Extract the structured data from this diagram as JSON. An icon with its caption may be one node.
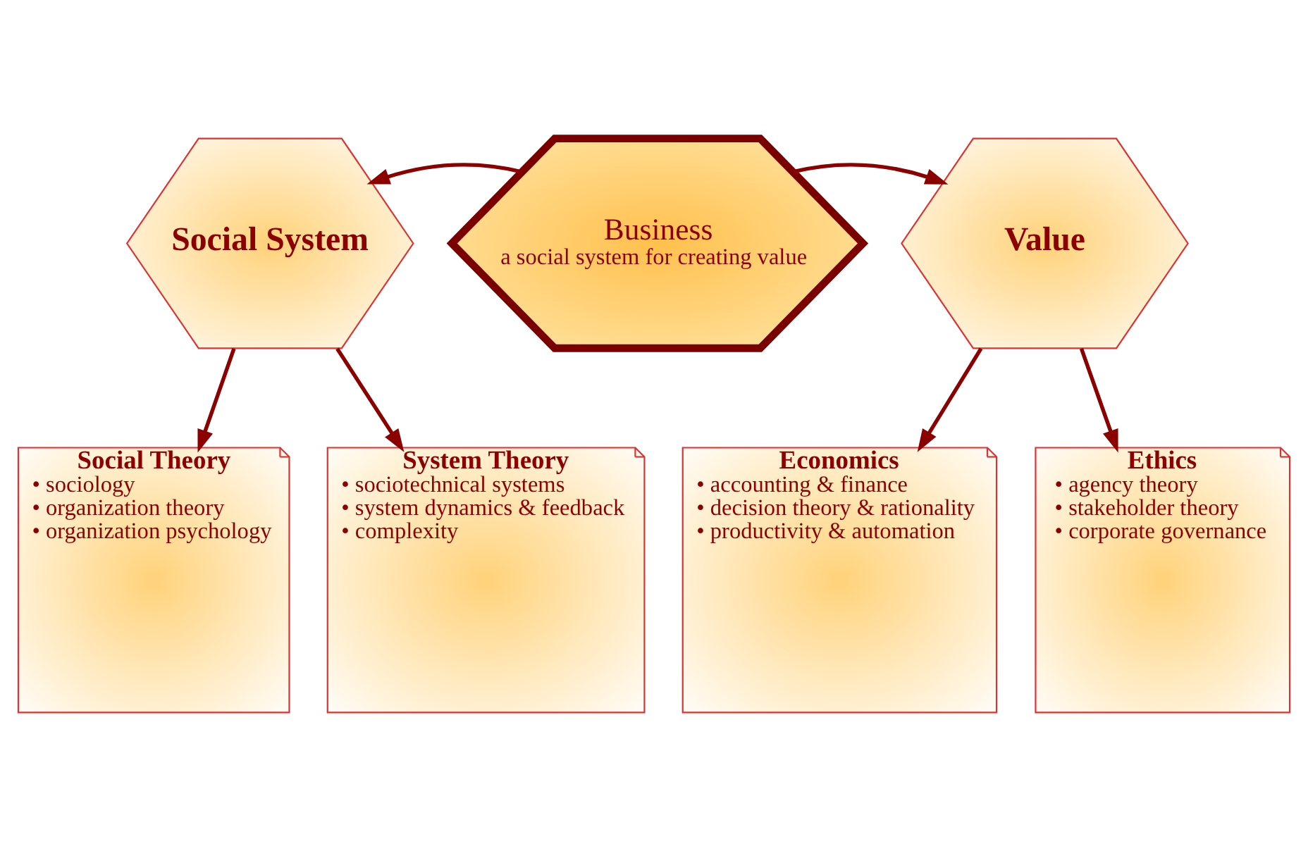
{
  "diagram": {
    "nodes": [
      {
        "text": [
          "Business",
          "a social system for creating value"
        ]
      },
      {
        "text": [
          "Social System"
        ]
      },
      {
        "text": [
          "Value"
        ]
      },
      {
        "text": [
          "Social Theory",
          "• sociology",
          "• organization theory",
          "• organization psychology"
        ]
      },
      {
        "text": [
          "System Theory",
          "• sociotechnical systems",
          "• system dynamics & feedback",
          "• complexity"
        ]
      },
      {
        "text": [
          "Economics",
          "• accounting & finance",
          "• decision theory & rationality",
          "• productivity & automation"
        ]
      },
      {
        "text": [
          "Ethics",
          "• agency theory",
          "• stakeholder theory",
          "• corporate governance"
        ]
      }
    ],
    "edges": [
      {
        "from": 0,
        "to": 1,
        "arrow": "to"
      },
      {
        "from": 0,
        "to": 2,
        "arrow": "to"
      },
      {
        "from": 1,
        "to": 3,
        "arrow": "to"
      },
      {
        "from": 1,
        "to": 4,
        "arrow": "to"
      },
      {
        "from": 2,
        "to": 5,
        "arrow": "to"
      },
      {
        "from": 2,
        "to": 6,
        "arrow": "to"
      }
    ]
  }
}
